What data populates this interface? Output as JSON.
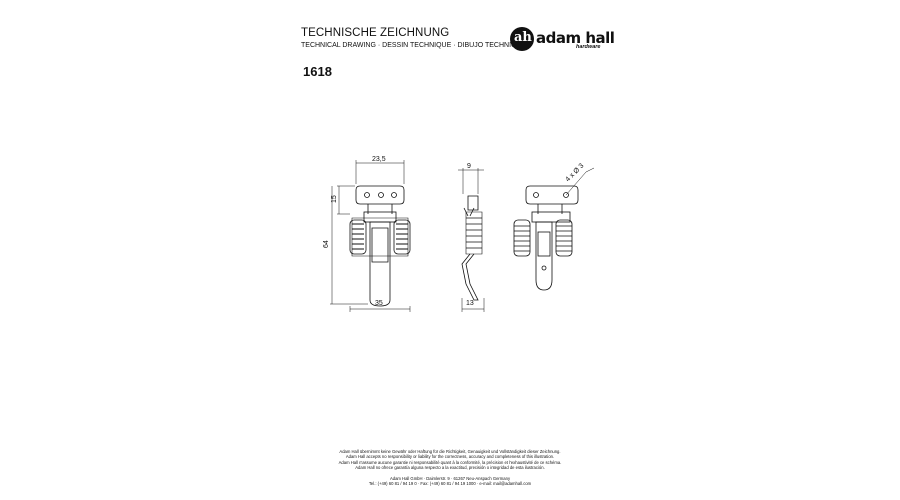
{
  "header": {
    "title": "TECHNISCHE ZEICHNUNG",
    "subtitle": "TECHNICAL DRAWING · DESSIN TECHNIQUE · DIBUJO TECHNICO",
    "part_number": "1618"
  },
  "logo": {
    "mark": "ah",
    "brand": "adam hall",
    "tagline": "hardware"
  },
  "dimensions": {
    "front_width_top": "23,5",
    "front_height_upper": "15",
    "front_height_total": "64",
    "front_width_bottom": "35",
    "side_top": "9",
    "side_bottom": "13",
    "holes": "4 x Ø 3"
  },
  "footer": {
    "line1": "Adam Hall übernimmt keine Gewähr oder Haftung für die Richtigkeit, Genauigkeit und Vollständigkeit dieser Zeichnung.",
    "line2": "Adam Hall accepts no responsibility or liability for the correctness, accuracy and completeness of this illustration.",
    "line3": "Adam Hall n'assume aucune garantie ni responsabilité quant à la conformité, la précision et l'exhaustivité de ce schéma.",
    "line4": "Adam Hall no ofrece garantía alguna respecto a la exactitud, precisión o integridad de esta ilustración.",
    "line5": "Adam Hall GmbH · Daimlerstr. 9 · 61267 Neu-Anspach Germany",
    "line6": "Tel.: (+49) 60 81 / 94 19 0 · Fax: (+49) 60 81 / 94 19 1000 · e-mail: mail@adamhall.com"
  },
  "colors": {
    "line": "#111111",
    "background": "#ffffff"
  }
}
